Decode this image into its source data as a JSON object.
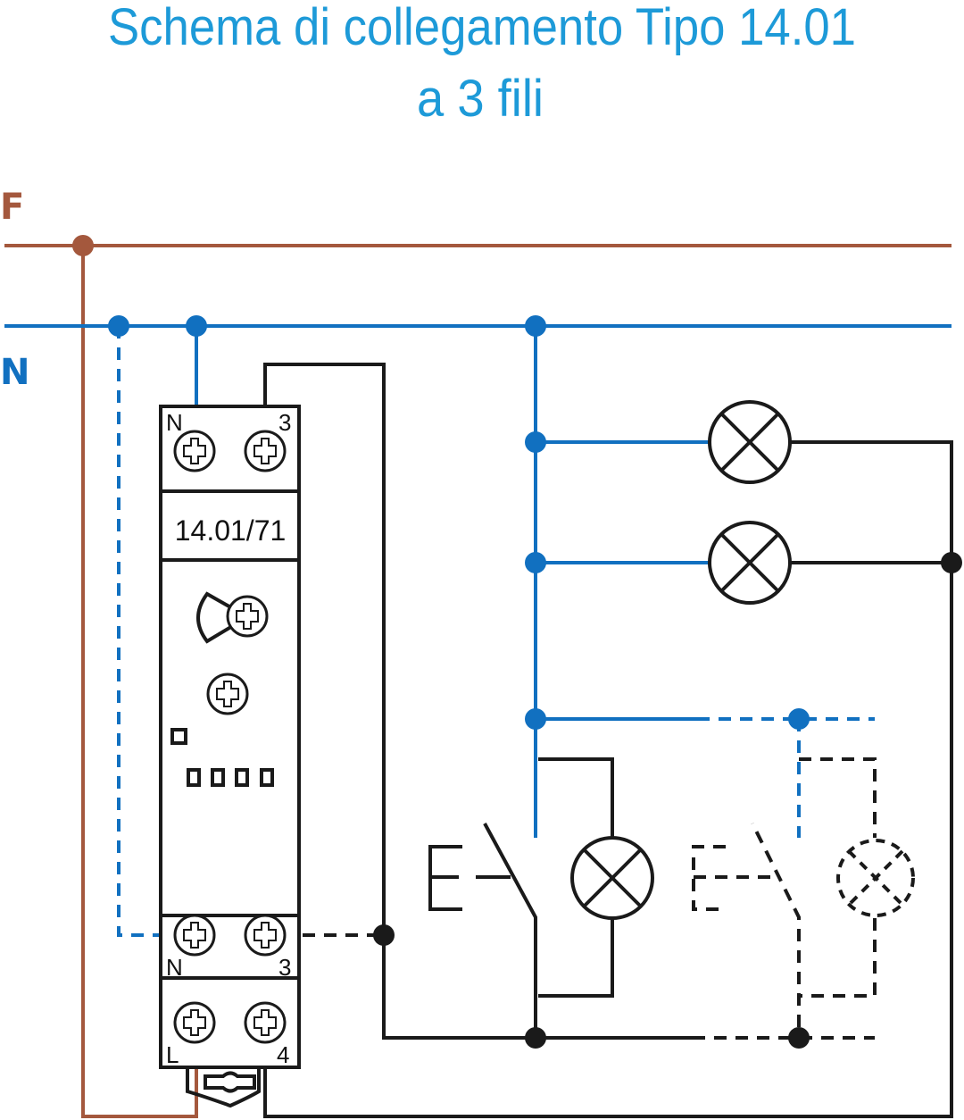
{
  "title": {
    "line1": "Schema di collegamento Tipo 14.01",
    "line2": "a 3 fili"
  },
  "buses": {
    "phase_label": "F",
    "neutral_label": "N"
  },
  "device": {
    "model": "14.01/71",
    "top_terminals": [
      "N",
      "3"
    ],
    "bottom_terminals_upper": [
      "N",
      "3"
    ],
    "bottom_terminals_lower": [
      "L",
      "4"
    ]
  },
  "switch_label": "E",
  "colors": {
    "title": "#1d9ad8",
    "phase": "#a4583d",
    "neutral": "#1170c0",
    "wire": "#1a1a1a"
  }
}
